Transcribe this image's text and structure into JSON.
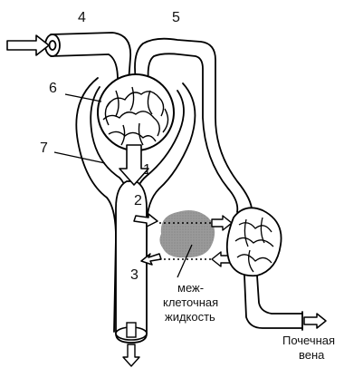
{
  "diagram": {
    "numbers": {
      "n1": "1",
      "n2": "2",
      "n3": "3",
      "n4": "4",
      "n5": "5",
      "n6": "6",
      "n7": "7"
    },
    "interstitial_label": [
      "меж-",
      "клеточная",
      "жидкость"
    ],
    "vein_label": [
      "Почечная",
      "вена"
    ]
  }
}
